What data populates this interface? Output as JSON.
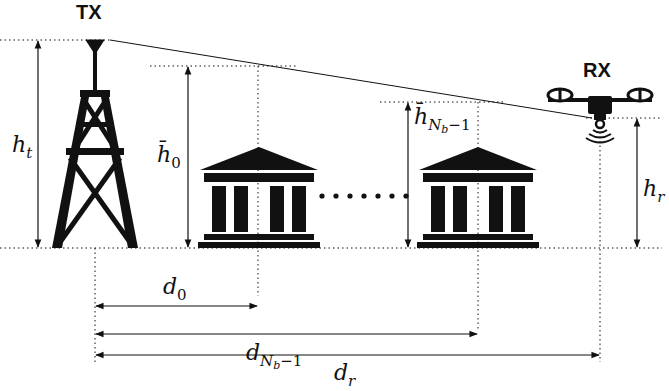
{
  "diagram": {
    "labels": [
      "TX",
      "RX",
      "h",
      "t",
      "h̄",
      "0",
      "h̄",
      "N",
      "b",
      "−1",
      "h",
      "r",
      "d",
      "0",
      "d",
      "N",
      "b",
      "−1",
      "d",
      "r"
    ]
  }
}
